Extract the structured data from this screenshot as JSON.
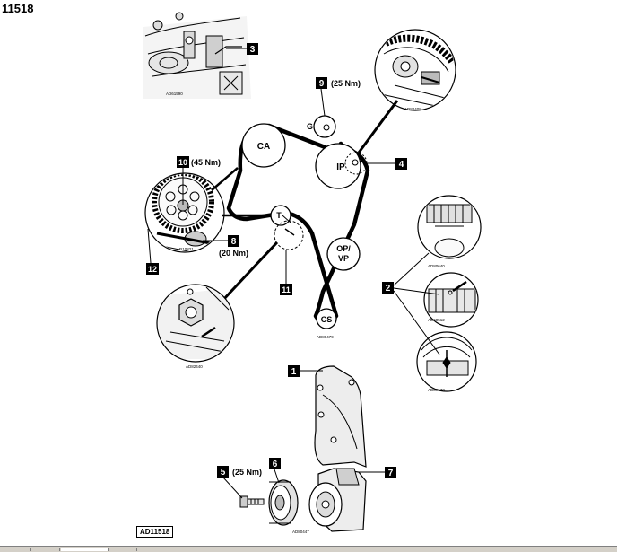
{
  "doc_title": "11518",
  "ref_code": "AD11518",
  "components": {
    "ca": "CA",
    "ip": "IP",
    "opvp_line1": "OP/",
    "opvp_line2": "VP",
    "cs": "CS",
    "g": "G",
    "t": "T"
  },
  "callouts": {
    "c1": "1",
    "c2": "2",
    "c3": "3",
    "c4": "4",
    "c5": "5",
    "c6": "6",
    "c7": "7",
    "c8": "8",
    "c9": "9",
    "c10": "10",
    "c11": "11",
    "c12": "12"
  },
  "torques": {
    "t9": "(25 Nm)",
    "t10": "(45 Nm)",
    "t8": "(20 Nm)",
    "t5": "(25 Nm)"
  },
  "figure_codes": {
    "f_top_left": "AD61590",
    "f_top_right": "AD82408",
    "f_tensioner": "AD10821",
    "f_belt": "AD80479",
    "f_detail_low": "AD82440",
    "f_right_a": "AD80640",
    "f_right_b": "AD60512",
    "f_right_c": "AD80573",
    "f_bottom": "AD80447"
  }
}
